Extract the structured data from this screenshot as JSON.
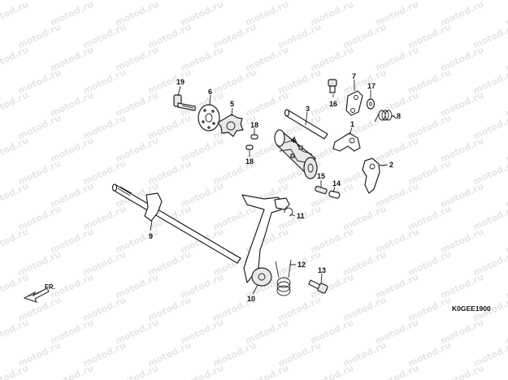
{
  "watermark": {
    "text": "motod.ru"
  },
  "diagram": {
    "code": "K0GEE1900",
    "front_label": "FR.",
    "callouts": {
      "c1": "1",
      "c2": "2",
      "c3": "3",
      "c4": "4",
      "c5": "5",
      "c6": "6",
      "c7": "7",
      "c8": "8",
      "c9": "9",
      "c10": "10",
      "c11": "11",
      "c12": "12",
      "c13": "13",
      "c14": "14",
      "c15": "15",
      "c16": "16",
      "c17": "17",
      "c18a": "18",
      "c18b": "18",
      "c19": "19"
    }
  }
}
